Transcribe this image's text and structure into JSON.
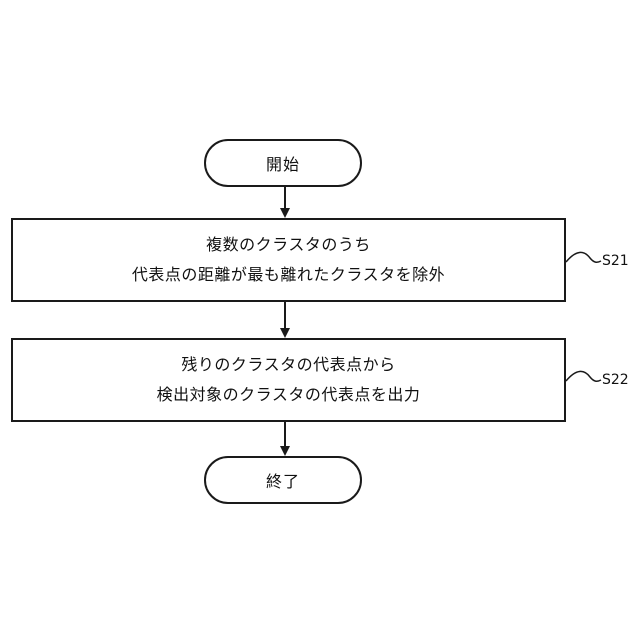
{
  "flowchart": {
    "start_label": "開始",
    "end_label": "終了",
    "steps": [
      {
        "id": "S21",
        "lines": [
          "複数のクラスタのうち",
          "代表点の距離が最も離れたクラスタを除外"
        ]
      },
      {
        "id": "S22",
        "lines": [
          "残りのクラスタの代表点から",
          "検出対象のクラスタの代表点を出力"
        ]
      }
    ]
  }
}
